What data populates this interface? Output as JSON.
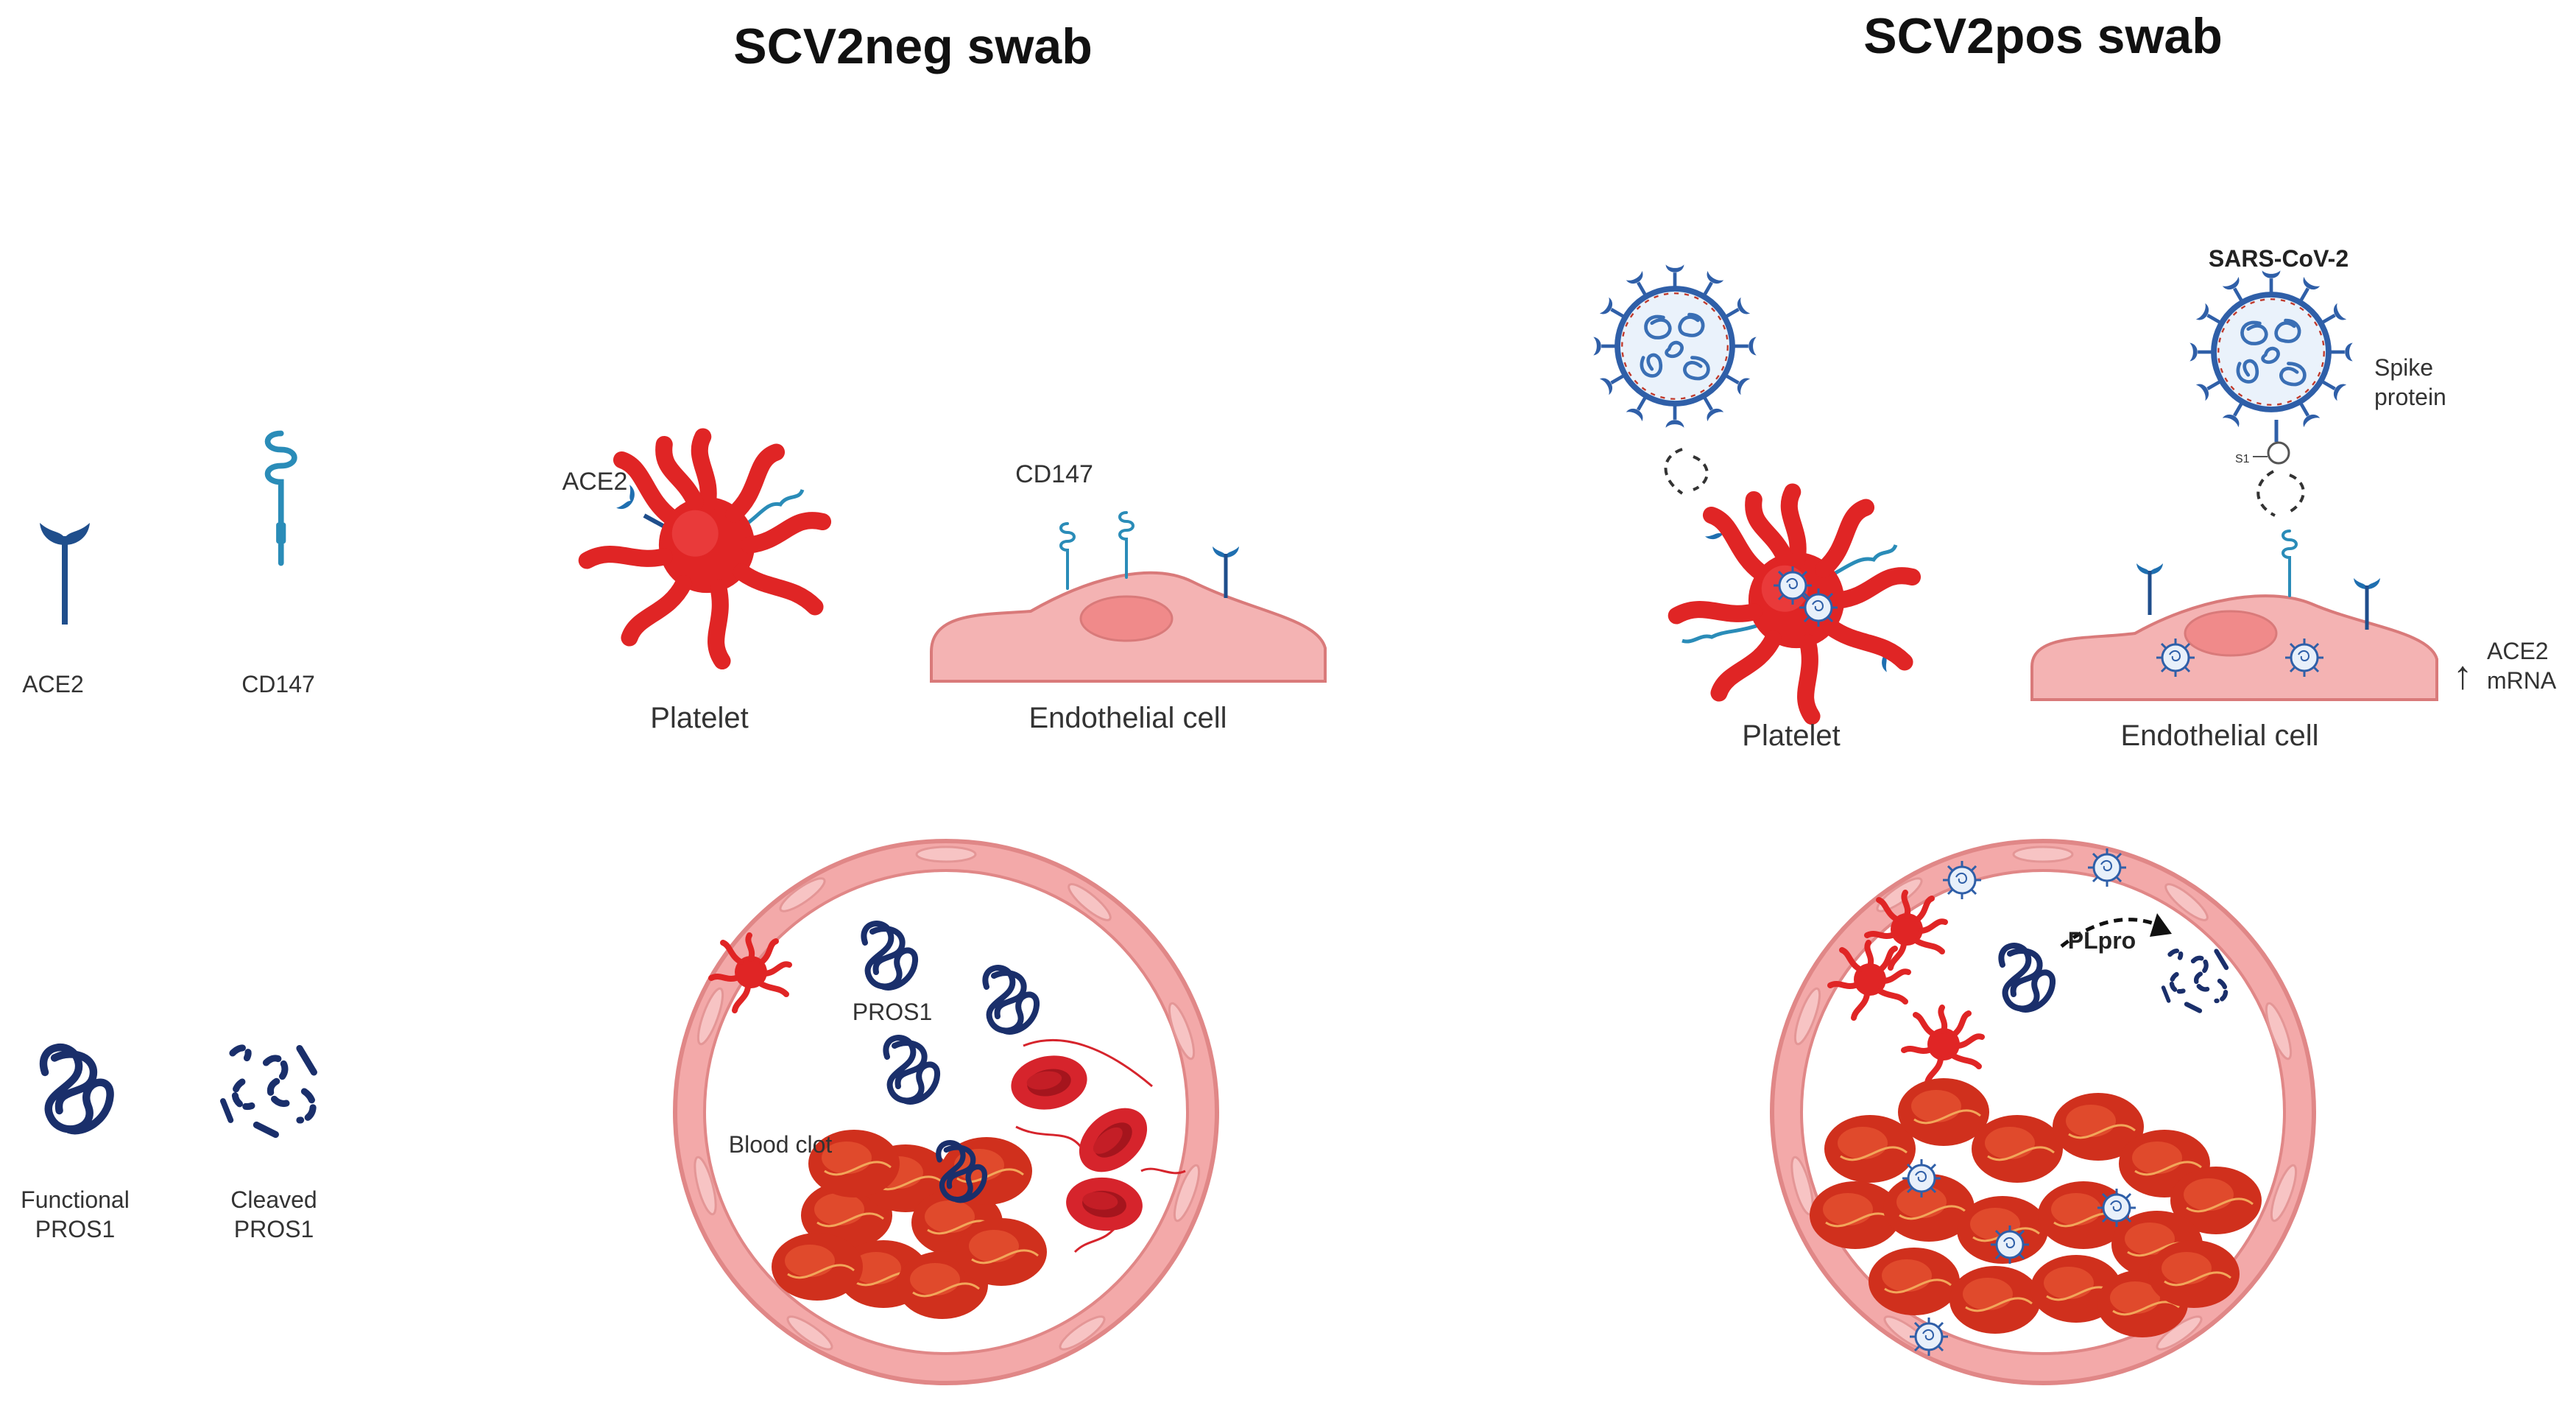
{
  "titles": {
    "left": "SCV2neg swab",
    "right": "SCV2pos swab"
  },
  "legend": {
    "ace2": "ACE2",
    "cd147": "CD147",
    "functional_line1": "Functional",
    "functional_line2": "PROS1",
    "cleaved_line1": "Cleaved",
    "cleaved_line2": "PROS1"
  },
  "neg": {
    "ace2_label": "ACE2",
    "cd147_label": "CD147",
    "platelet_label": "Platelet",
    "endothelial_label": "Endothelial cell",
    "pros1_label": "PROS1",
    "blood_clot_label": "Blood clot"
  },
  "pos": {
    "virus_label": "SARS-CoV-2",
    "spike_line1": "Spike",
    "spike_line2": "protein",
    "s1_label": "S1",
    "platelet_label": "Platelet",
    "endothelial_label": "Endothelial cell",
    "ace2_mrna_line1": "ACE2",
    "ace2_mrna_line2": "mRNA",
    "up_arrow": "↑",
    "plpro_label": "PLpro"
  },
  "colors": {
    "ace2": "#1f4e8c",
    "cd147": "#2a8cb8",
    "platelet": "#e02525",
    "endothelium": "#f4b3b3",
    "endothelium_stroke": "#d97a7a",
    "pros1": "#1a2f6b",
    "rbc": "#d6242c",
    "clot": "#c9321c",
    "virus_spike": "#2f5fa8",
    "virus_core": "#eaf2fb"
  }
}
